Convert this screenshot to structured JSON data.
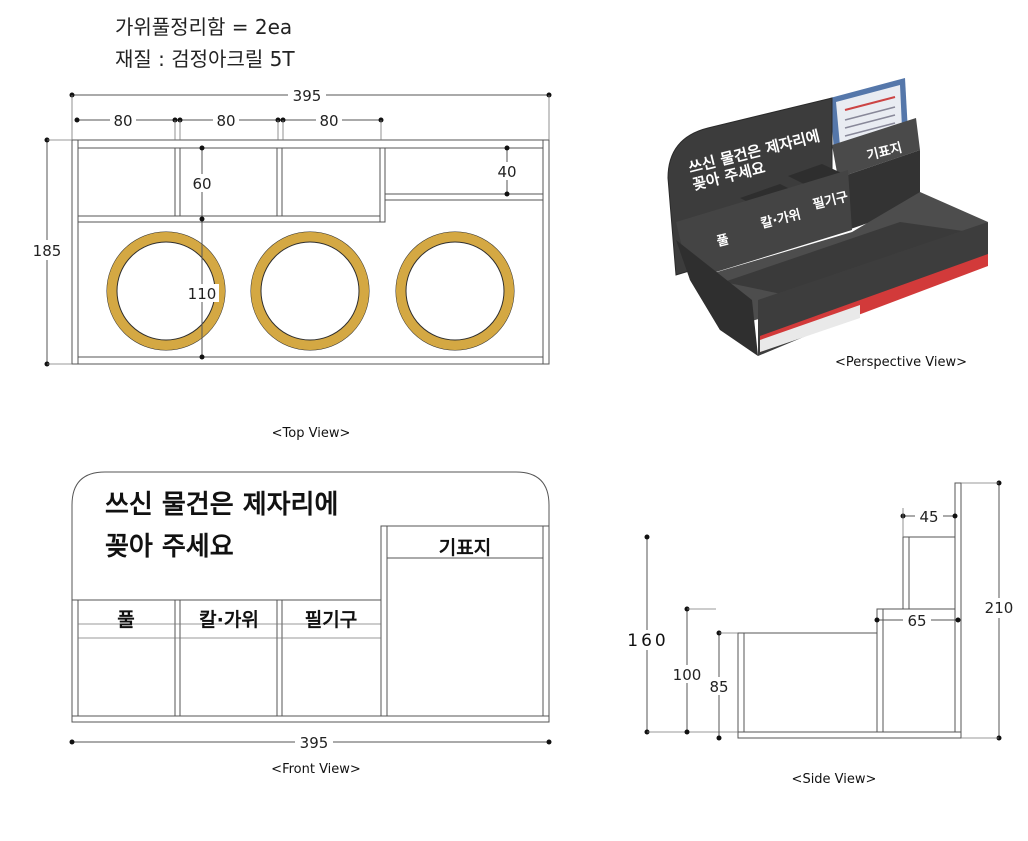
{
  "header": {
    "line1": "가위풀정리함 = 2ea",
    "line2": "재질 : 검정아크릴 5T"
  },
  "top_view": {
    "caption": "<Top View>",
    "dim_total_width": "395",
    "dim_slot_1": "80",
    "dim_slot_2": "80",
    "dim_slot_3": "80",
    "dim_depth": "185",
    "dim_front_depth": "60",
    "dim_right_depth": "40",
    "dim_ring_area": "110",
    "ring_color": "#d4a843"
  },
  "perspective_view": {
    "caption": "<Perspective View>",
    "slogan_line1": "쓰신 물건은 제자리에",
    "slogan_line2": "꽂아 주세요",
    "label_1": "풀",
    "label_2": "칼·가위",
    "label_3": "필기구",
    "label_4": "기표지",
    "body_color": "#3c3c3c"
  },
  "front_view": {
    "caption": "<Front View>",
    "slogan_line1": "쓰신 물건은 제자리에",
    "slogan_line2": "꽂아 주세요",
    "label_1": "풀",
    "label_2": "칼·가위",
    "label_3": "필기구",
    "label_4": "기표지",
    "dim_width": "395"
  },
  "side_view": {
    "caption": "<Side View>",
    "dim_back_width": "45",
    "dim_height_total": "210",
    "dim_front_height": "160",
    "dim_mid": "65",
    "dim_100": "100",
    "dim_85": "85"
  }
}
